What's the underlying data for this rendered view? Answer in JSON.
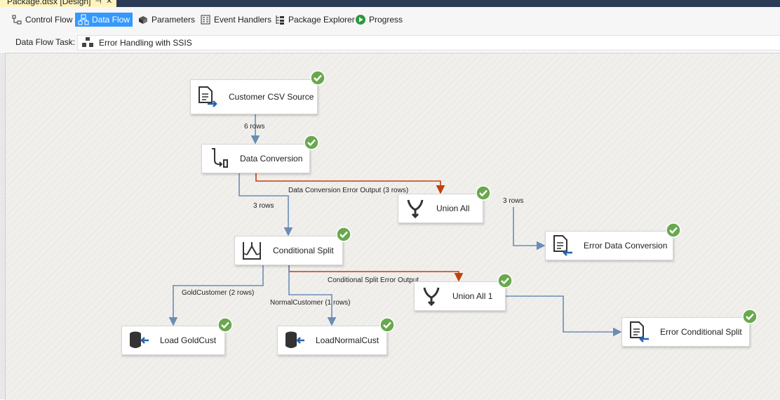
{
  "document_tab": {
    "title": "Package.dtsx [Design]",
    "pin_glyph": "⊣",
    "close_glyph": "✕"
  },
  "designer_tabs": [
    {
      "label": "Control Flow",
      "icon": "control-flow-icon"
    },
    {
      "label": "Data Flow",
      "icon": "data-flow-icon",
      "active": true
    },
    {
      "label": "Parameters",
      "icon": "parameters-icon"
    },
    {
      "label": "Event Handlers",
      "icon": "event-handlers-icon"
    },
    {
      "label": "Package Explorer",
      "icon": "package-explorer-icon"
    },
    {
      "label": "Progress",
      "icon": "progress-icon"
    }
  ],
  "task": {
    "label": "Data Flow Task:",
    "value": "Error Handling with SSIS"
  },
  "nodes": [
    {
      "id": "customer_csv_source",
      "label": "Customer CSV Source",
      "icon": "flat-file-source-icon",
      "status": "success"
    },
    {
      "id": "data_conversion",
      "label": "Data Conversion",
      "icon": "data-conversion-icon",
      "status": "success"
    },
    {
      "id": "union_all",
      "label": "Union All",
      "icon": "union-all-icon",
      "status": "success"
    },
    {
      "id": "error_data_conversion",
      "label": "Error Data Conversion",
      "icon": "flat-file-destination-icon",
      "status": "success"
    },
    {
      "id": "conditional_split",
      "label": "Conditional Split",
      "icon": "conditional-split-icon",
      "status": "success"
    },
    {
      "id": "union_all_1",
      "label": "Union All 1",
      "icon": "union-all-icon",
      "status": "success"
    },
    {
      "id": "error_conditional_split",
      "label": "Error Conditional Split",
      "icon": "flat-file-destination-icon",
      "status": "success"
    },
    {
      "id": "load_goldcust",
      "label": "Load GoldCust",
      "icon": "db-destination-icon",
      "status": "success"
    },
    {
      "id": "load_normalcust",
      "label": "LoadNormalCust",
      "icon": "db-destination-icon",
      "status": "success"
    }
  ],
  "edges": [
    {
      "from": "customer_csv_source",
      "to": "data_conversion",
      "label": "6 rows",
      "kind": "normal"
    },
    {
      "from": "data_conversion",
      "to": "union_all",
      "label": "Data Conversion Error Output (3 rows)",
      "kind": "error"
    },
    {
      "from": "data_conversion",
      "to": "conditional_split",
      "label": "3 rows",
      "kind": "normal"
    },
    {
      "from": "union_all",
      "to": "error_data_conversion",
      "label": "3 rows",
      "kind": "normal"
    },
    {
      "from": "conditional_split",
      "to": "union_all_1",
      "label": "Conditional Split Error Output",
      "kind": "error"
    },
    {
      "from": "conditional_split",
      "to": "load_goldcust",
      "label": "GoldCustomer (2 rows)",
      "kind": "normal"
    },
    {
      "from": "conditional_split",
      "to": "load_normalcust",
      "label": "NormalCustomer (1 rows)",
      "kind": "normal"
    },
    {
      "from": "union_all_1",
      "to": "error_conditional_split",
      "label": "",
      "kind": "normal"
    }
  ],
  "colors": {
    "normal_path": "#6a8db5",
    "error_path": "#c0410c",
    "success": "#6aa84f",
    "active_tab": "#3399ff"
  }
}
